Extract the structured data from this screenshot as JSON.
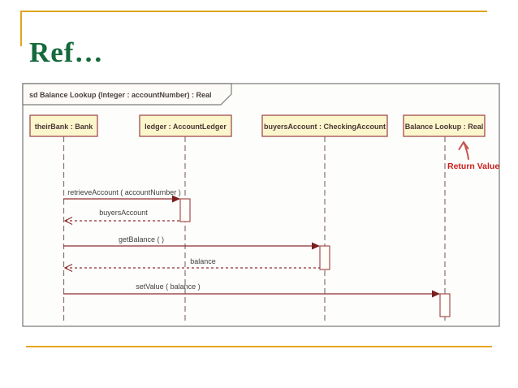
{
  "slide": {
    "title": "Ref…",
    "accent_color": "#DDA61F",
    "title_color": "#156A3C",
    "footer_rule_color": "#E8A51D"
  },
  "diagram": {
    "frame_label": "sd Balance Lookup (Integer : accountNumber) : Real",
    "lifelines": [
      {
        "label": "theirBank : Bank"
      },
      {
        "label": "ledger : AccountLedger"
      },
      {
        "label": "buyersAccount : CheckingAccount"
      },
      {
        "label": "Balance Lookup : Real"
      }
    ],
    "messages": [
      {
        "label": "retrieveAccount ( accountNumber )",
        "type": "sync",
        "from": "theirBank : Bank",
        "to": "ledger : AccountLedger"
      },
      {
        "label": "buyersAccount",
        "type": "return",
        "from": "ledger : AccountLedger",
        "to": "theirBank : Bank"
      },
      {
        "label": "getBalance ( )",
        "type": "sync",
        "from": "theirBank : Bank",
        "to": "buyersAccount : CheckingAccount"
      },
      {
        "label": "balance",
        "type": "return",
        "from": "buyersAccount : CheckingAccount",
        "to": "theirBank : Bank"
      },
      {
        "label": "setValue ( balance )",
        "type": "sync",
        "from": "theirBank : Bank",
        "to": "Balance Lookup : Real"
      }
    ],
    "annotation": {
      "label": "Return Value",
      "color": "#CC2020"
    },
    "colors": {
      "lifeline_head_fill": "#FCF6CC",
      "lifeline_head_border": "#A34E4E",
      "message_line": "#8E2F2F",
      "frame_border": "#8A8A8A",
      "annotation_arrow": "#C4564F"
    }
  }
}
